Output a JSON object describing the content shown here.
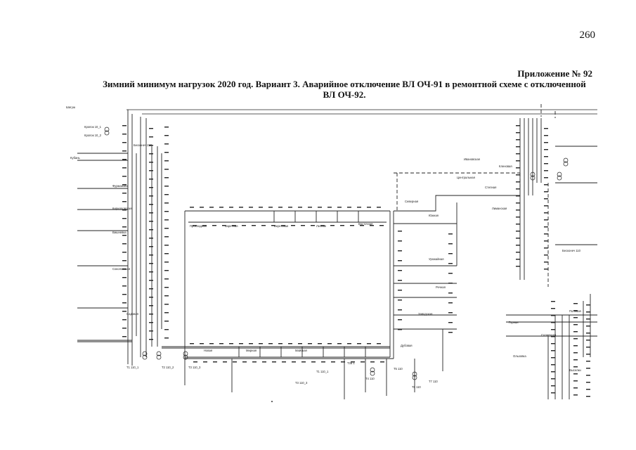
{
  "page": {
    "number": "260",
    "appendix": "Приложение № 92",
    "title_line1": "Зимний минимум нагрузок 2020 год. Вариант 3. Аварийное отключение ВЛ ОЧ-91 в ремонтной схеме с отключенной",
    "title_line2": "ВЛ ОЧ-92."
  },
  "schematic": {
    "labels": [
      "Шагуш",
      "Кропок 10_1",
      "Кропок 10_2",
      "Бесконеч 220",
      "Кубань",
      "Т1 110_1",
      "Т2 110_2",
      "Т3 110_3",
      "Т3 110_3",
      "Т1 110_1",
      "Т3а 1",
      "Т4 110",
      "Т5 110",
      "Т6 110",
      "Т7 110",
      "Фурманово",
      "Кирилловская",
      "Вишневка",
      "Соколовская",
      "Садовая",
      "Прохладная",
      "Заречная",
      "Береговая",
      "Лесная",
      "Восточная",
      "Северная",
      "Южная",
      "Центральная",
      "Степная",
      "Кленовая",
      "Ивановская",
      "Лиманская",
      "Бесконеч 110",
      "Полевая",
      "Горная",
      "Солнечная",
      "Ольховка",
      "Выселки",
      "Урожайная",
      "Речная",
      "Заводская",
      "Майская",
      "Мирная",
      "Новая",
      "Дубовая"
    ]
  }
}
